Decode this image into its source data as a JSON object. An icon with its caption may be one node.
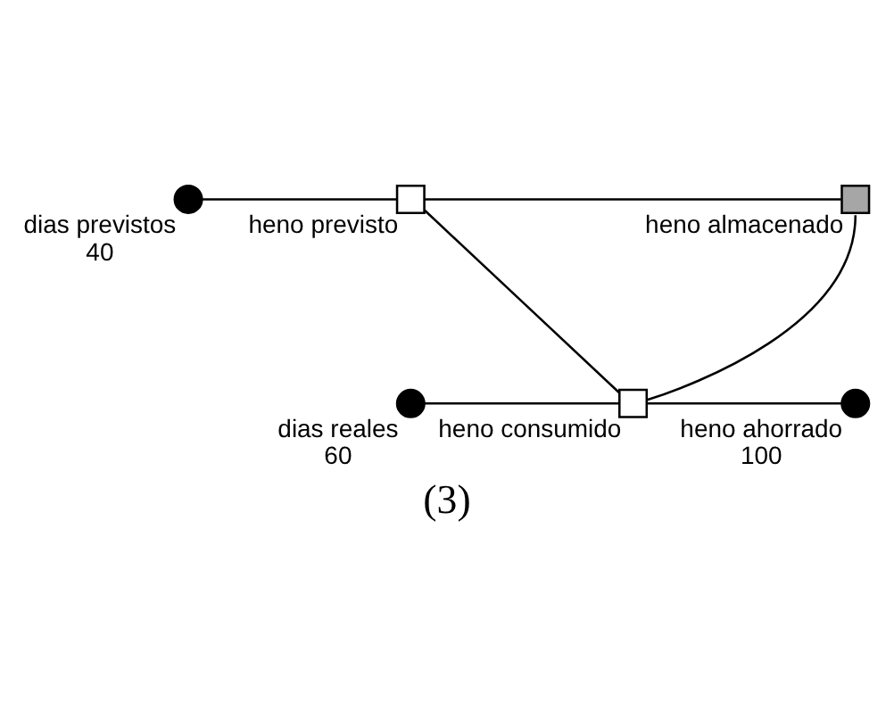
{
  "diagram": {
    "caption": "(3)",
    "nodes": [
      {
        "text": [],
        "shape": "circle",
        "beside": [
          "dias previstos",
          "40"
        ]
      },
      {
        "text": [],
        "shape": "box",
        "beside": [
          "heno previsto"
        ]
      },
      {
        "text": [],
        "shape": "box",
        "beside": [
          "heno almacenado"
        ]
      },
      {
        "text": [],
        "shape": "circle",
        "beside": [
          "dias reales",
          "60"
        ]
      },
      {
        "text": [],
        "shape": "box",
        "beside": [
          "heno consumido"
        ]
      },
      {
        "text": [],
        "shape": "circle",
        "beside": [
          "heno ahorrado",
          "100"
        ]
      }
    ],
    "edges": [
      {
        "from": 0,
        "to": 1,
        "arrow": "none"
      },
      {
        "from": 1,
        "to": 2,
        "arrow": "none"
      },
      {
        "from": 1,
        "to": 4,
        "arrow": "none"
      },
      {
        "from": 3,
        "to": 4,
        "arrow": "none"
      },
      {
        "from": 4,
        "to": 2,
        "arrow": "none"
      },
      {
        "from": 4,
        "to": 5,
        "arrow": "none"
      }
    ]
  }
}
